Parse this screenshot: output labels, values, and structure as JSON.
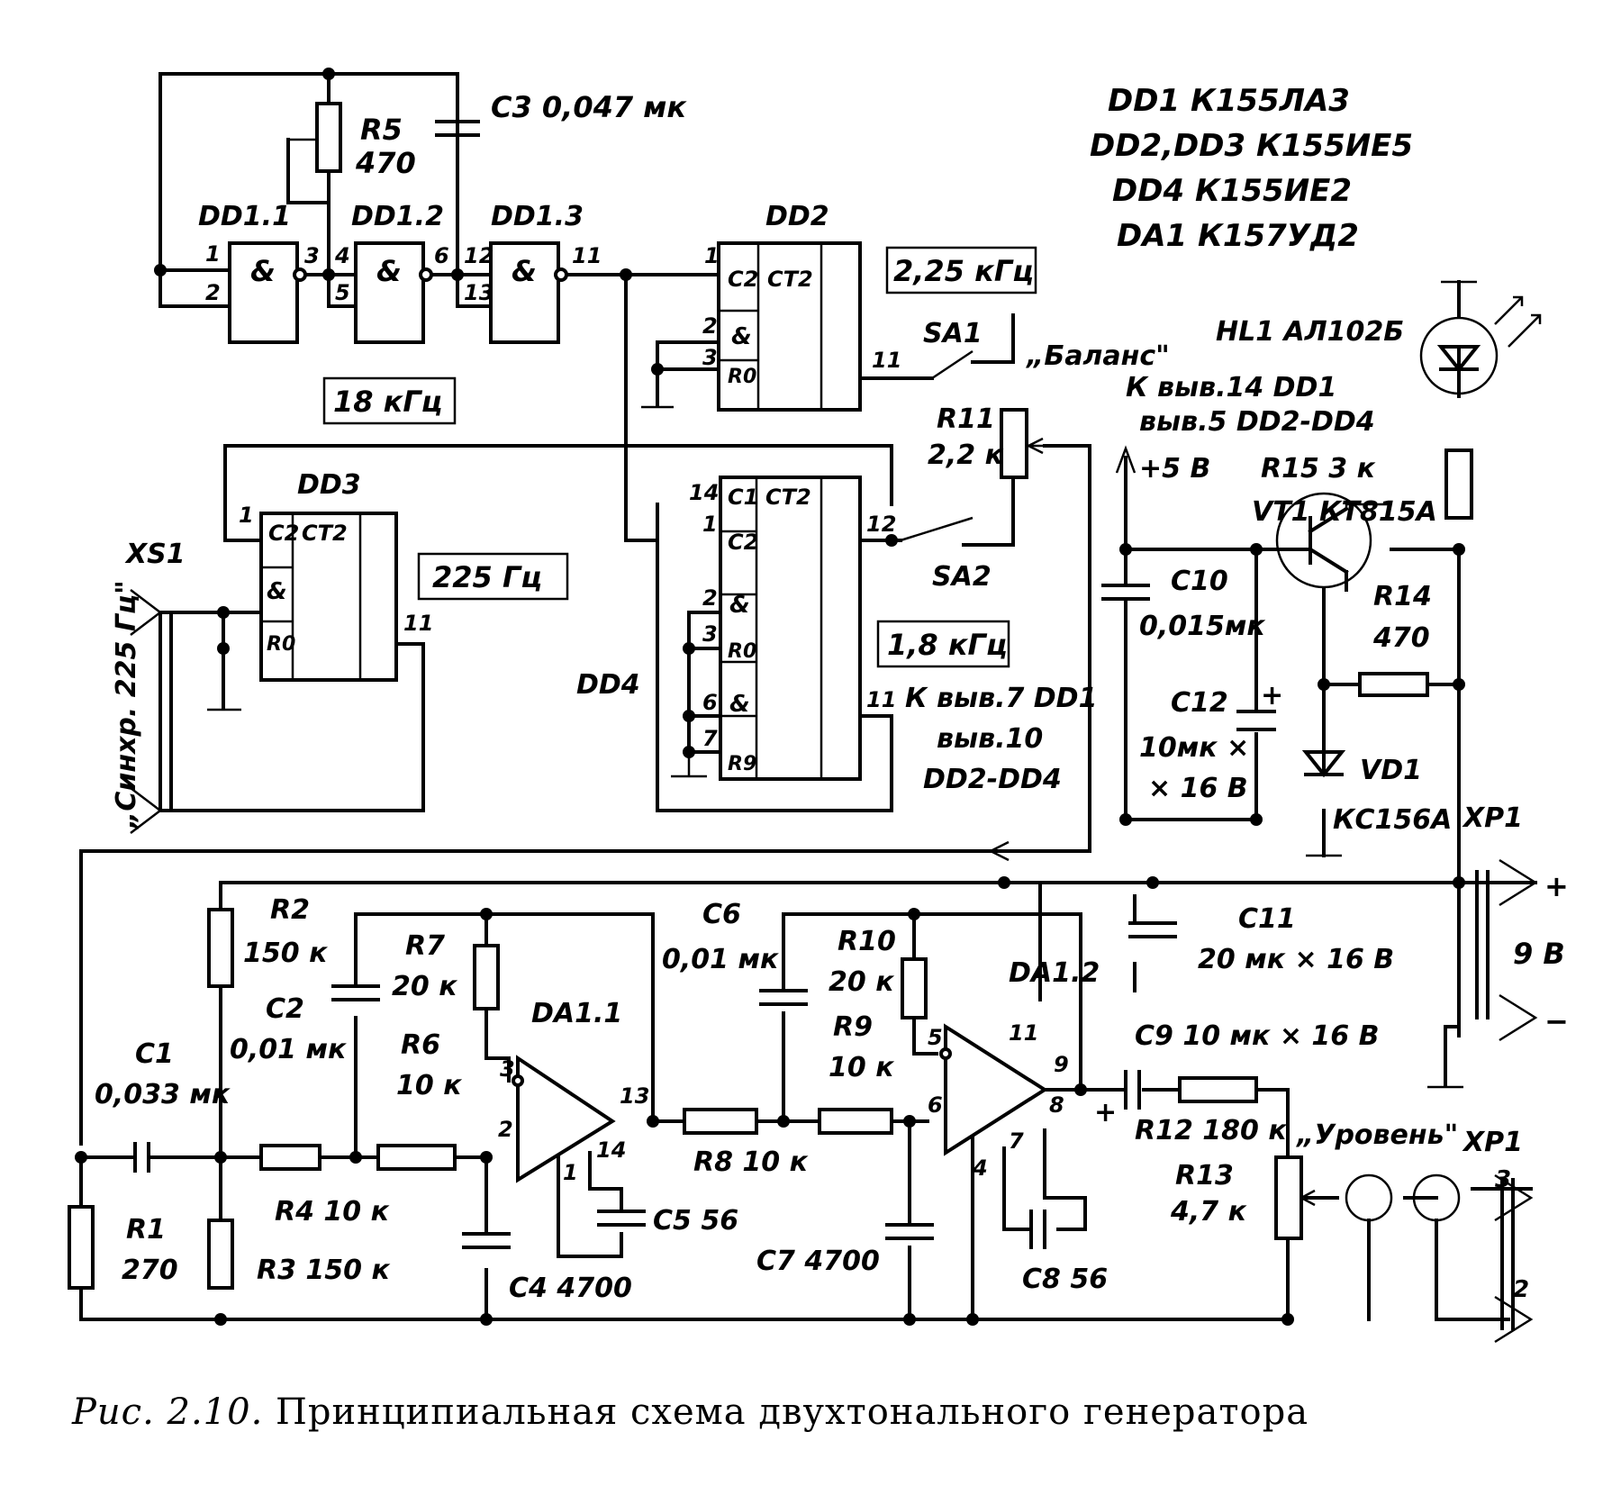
{
  "ic_list": [
    "DD1  К155ЛА3",
    "DD2,DD3  К155ИЕ5",
    "DD4  К155ИЕ2",
    "DA1  К157УД2"
  ],
  "gates": [
    "DD1.1",
    "DD1.2",
    "DD1.3"
  ],
  "counters": {
    "dd2": "DD2",
    "dd3": "DD3",
    "dd4": "DD4",
    "ct": "CT2",
    "and": "&",
    "r0": "R0",
    "r9": "R9",
    "c1": "C1",
    "c2": "C2"
  },
  "freq_boxes": {
    "f18k": "18 кГц",
    "f225k": "2,25 кГц",
    "f1k8": "1,8 кГц",
    "f225": "225  Гц"
  },
  "pins": {
    "dd11_in1": "1",
    "dd11_in2": "2",
    "dd11_out": "3",
    "dd12_in1": "4",
    "dd12_in2": "5",
    "dd12_out": "6",
    "dd13_in1": "12",
    "dd13_in2": "13",
    "dd13_out": "11",
    "dd2_1": "1",
    "dd2_2": "2",
    "dd2_3": "3",
    "dd2_11": "11",
    "dd3_1": "1",
    "dd3_11": "11",
    "dd4_14": "14",
    "dd4_1": "1",
    "dd4_2": "2",
    "dd4_3": "3",
    "dd4_6": "6",
    "dd4_7": "7",
    "dd4_12": "12",
    "dd4_11": "11",
    "da1_3": "3",
    "da1_2": "2",
    "da1_13": "13",
    "da1_1": "1",
    "da1_14": "14",
    "da2_5": "5",
    "da2_6": "6",
    "da2_11": "11",
    "da2_9": "9",
    "da2_8": "8",
    "da2_4": "4",
    "da2_7": "7",
    "xp_3": "3",
    "xp_2": "2"
  },
  "parts": {
    "r5": "R5",
    "r5v": "470",
    "c3": "С3  0,047 мк",
    "sa1": "SA1",
    "sa2": "SA2",
    "bal": "„Баланс\"",
    "r11": "R11",
    "r11v": "2,2 к",
    "xs1": "XS1",
    "sync": "„Синхр. 225 Гц\"",
    "hl1": "HL1  АЛ102Б",
    "k14a": "К выв.14 DD1",
    "k14b": "выв.5  DD2-DD4",
    "p5v": "+5 В",
    "r15": "R15  3 к",
    "vt1": "VT1  КТ815А",
    "c10": "С10",
    "c10v": "0,015мк",
    "r14": "R14",
    "r14v": "470",
    "c12": "С12",
    "c12v": "10мк ×",
    "c12v2": "× 16 В",
    "vd1": "VD1",
    "vd1t": "КС156А",
    "xp1a": "XP1",
    "k7a": "К выв.7 DD1",
    "k7b": "выв.10",
    "k7c": "DD2-DD4",
    "r2": "R2",
    "r2v": "150 к",
    "r7": "R7",
    "r7v": "20 к",
    "c2": "С2",
    "c2v": "0,01 мк",
    "r6": "R6",
    "r6v": "10 к",
    "c1": "С1",
    "c1v": "0,033 мк",
    "r1": "R1",
    "r1v": "270",
    "r4": "R4  10 к",
    "r3": "R3  150 к",
    "da11": "DA1.1",
    "c5": "С5  56",
    "c4": "С4  4700",
    "c6": "С6",
    "c6v": "0,01 мк",
    "r10": "R10",
    "r10v": "20 к",
    "r9": "R9",
    "r9v": "10 к",
    "r8": "R8  10 к",
    "c7": "С7  4700",
    "da12": "DA1.2",
    "c8": "С8  56",
    "c11": "С11",
    "c11v": "20 мк × 16 В",
    "c9": "С9  10 мк × 16 В",
    "r12": "R12  180 к",
    "level": "„Уровень\"",
    "r13": "R13",
    "r13v": "4,7 к",
    "xp1b": "XP1",
    "v9": "9 В",
    "plus": "+",
    "minus": "−",
    "plus2": "+"
  },
  "caption": {
    "fig": "Рис. 2.10.",
    "text": " Принципиальная схема двухтонального генератора"
  }
}
